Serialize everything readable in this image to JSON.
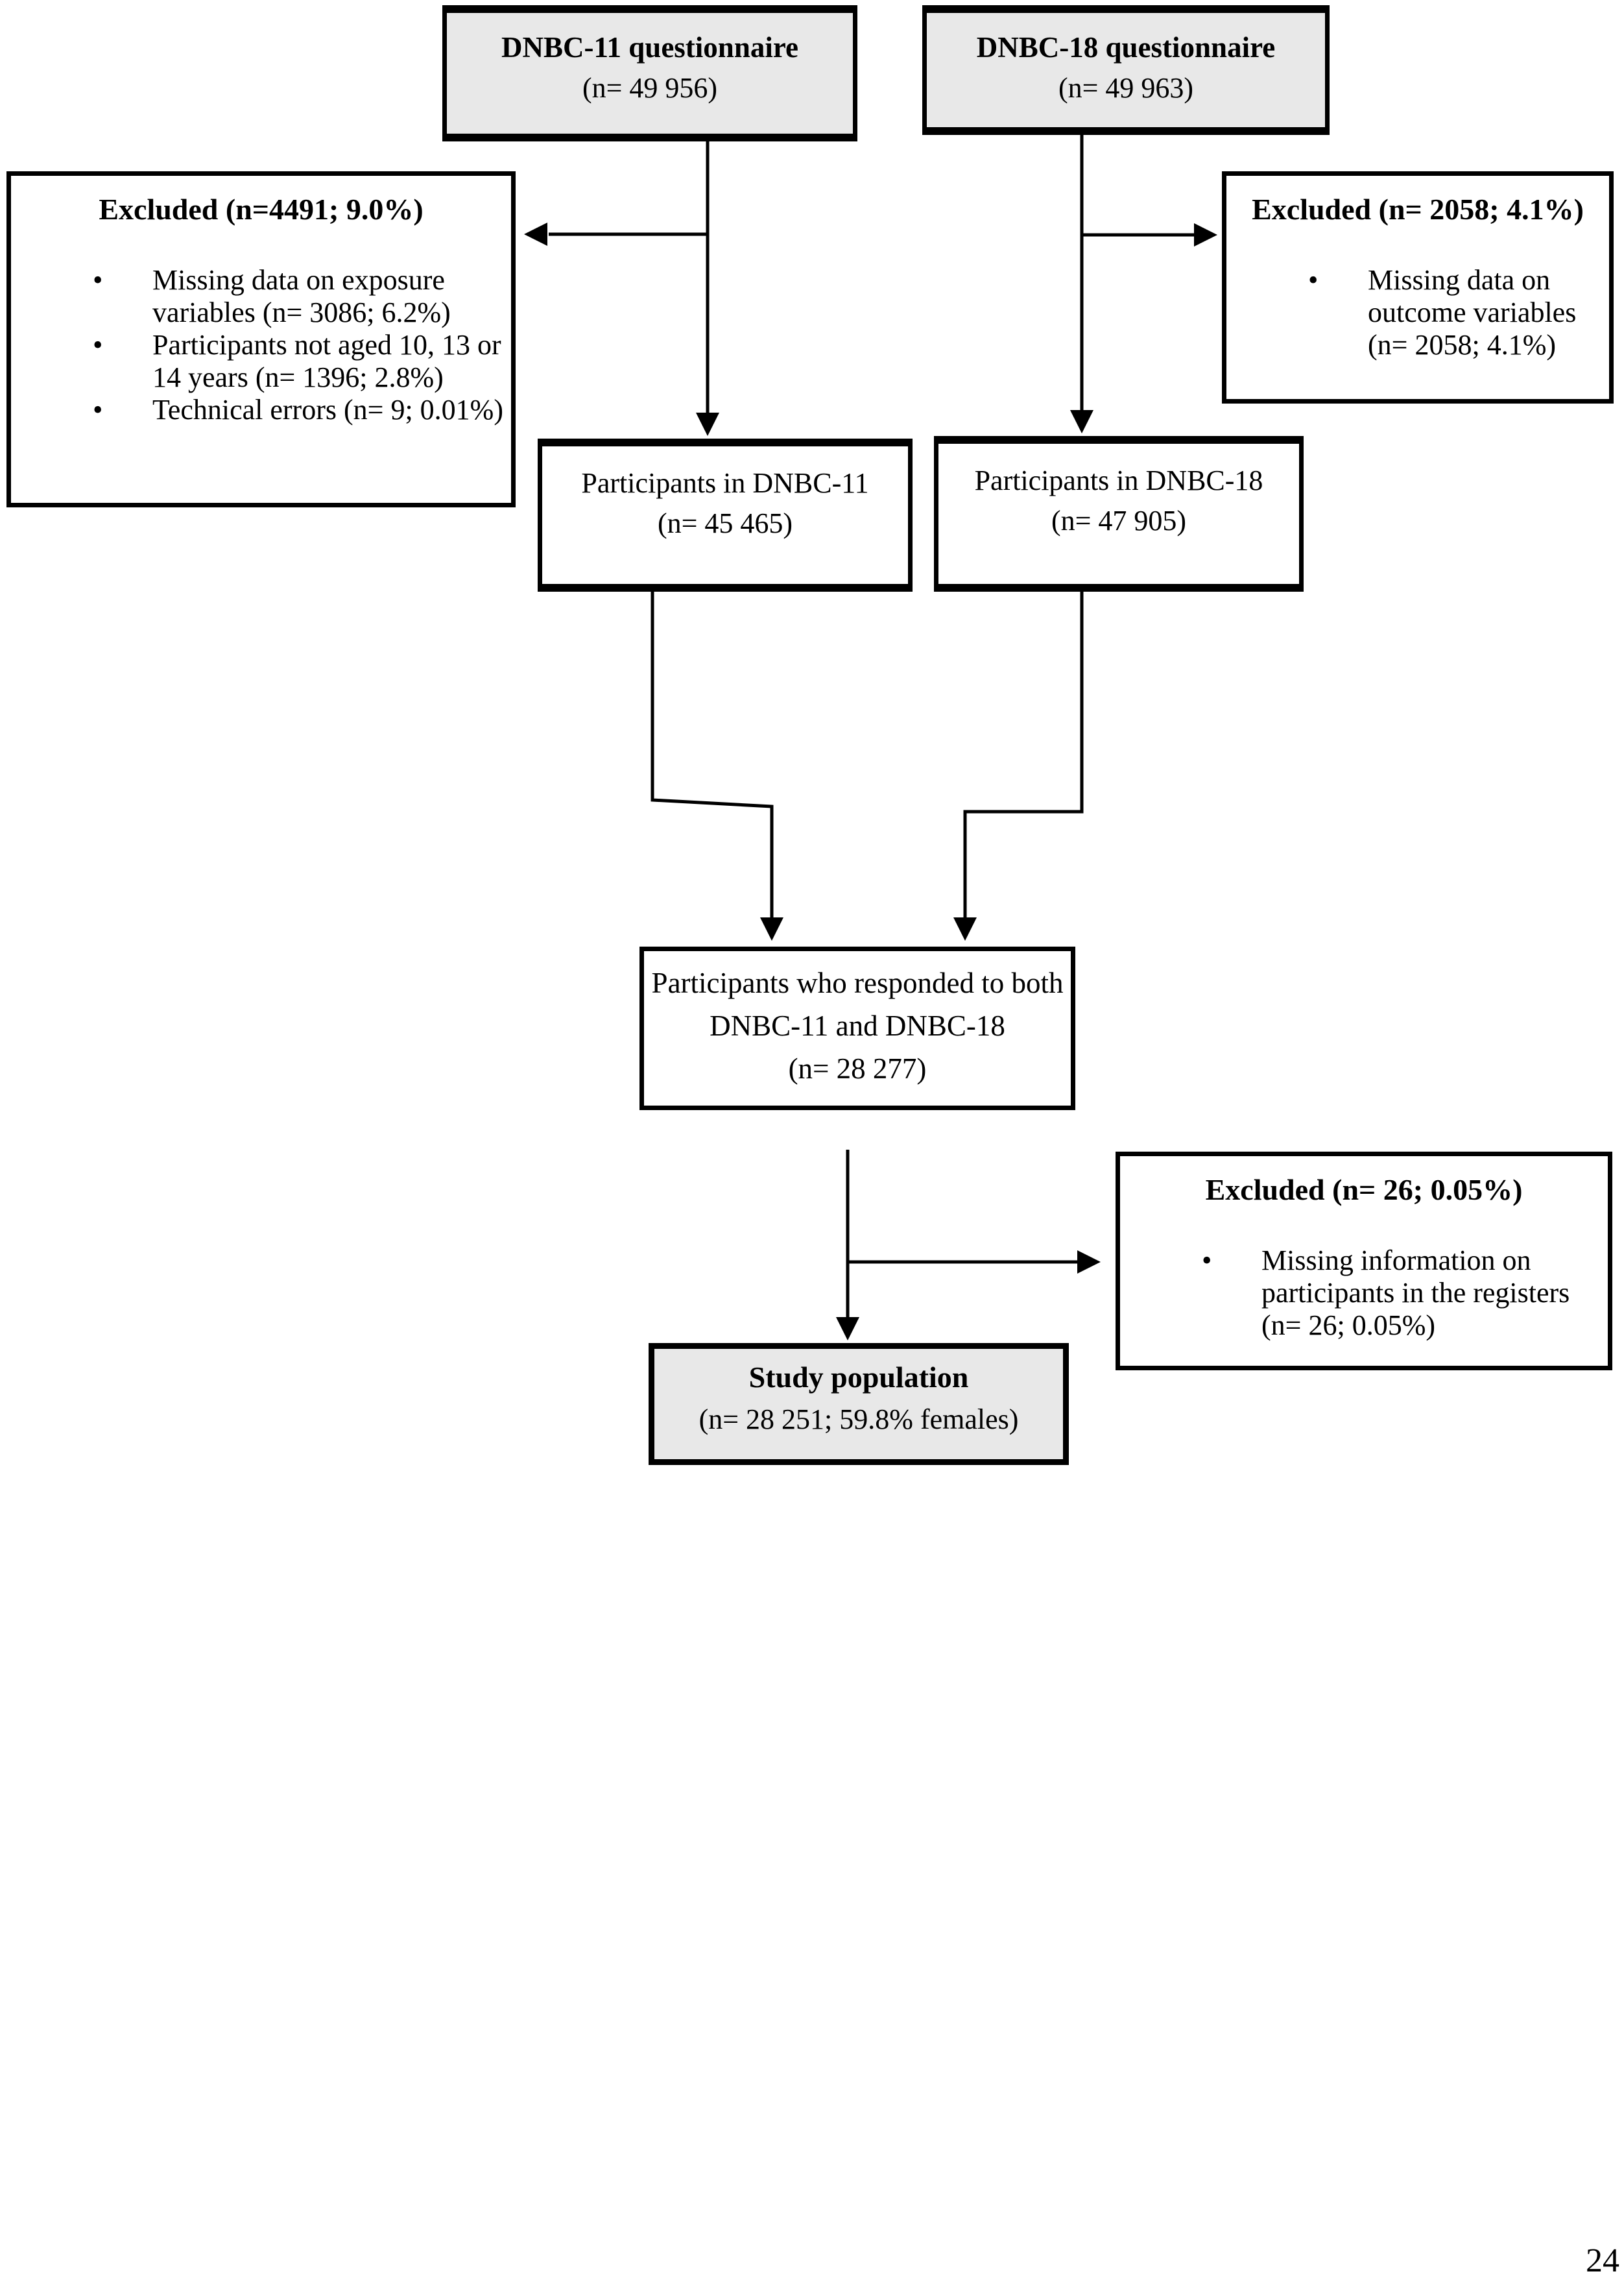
{
  "colors": {
    "box_fill_gray": "#e8e8e8",
    "box_fill_white": "#ffffff",
    "line_color": "#000000",
    "text_color": "#000000",
    "page_background": "#ffffff"
  },
  "page": {
    "number": "24"
  },
  "diagram": {
    "dnbc11": {
      "title": "DNBC-11 questionnaire",
      "n": "(n= 49 956)"
    },
    "dnbc18": {
      "title": "DNBC-18 questionnaire",
      "n": "(n= 49 963)"
    },
    "excluded_left": {
      "title": "Excluded (n=4491; 9.0%)",
      "bullet_marker": "•",
      "bullets": [
        "Missing data on exposure variables (n= 3086; 6.2%)",
        "Participants not aged 10, 13 or 14 years (n= 1396; 2.8%)",
        "Technical errors (n= 9; 0.01%)"
      ]
    },
    "excluded_right": {
      "title": "Excluded (n= 2058; 4.1%)",
      "bullet_marker": "•",
      "bullets": [
        "Missing data on outcome variables (n= 2058; 4.1%)"
      ]
    },
    "participants11": {
      "title": "Participants in DNBC-11",
      "n": "(n= 45 465)"
    },
    "participants18": {
      "title": "Participants in DNBC-18",
      "n": "(n= 47 905)"
    },
    "responded_both": {
      "title": "Participants who responded to both DNBC-11 and DNBC-18",
      "n": "(n= 28 277)"
    },
    "excluded_bottom": {
      "title": "Excluded (n= 26; 0.05%)",
      "bullet_marker": "•",
      "bullets": [
        "Missing information on participants in the registers (n= 26; 0.05%)"
      ]
    },
    "study_population": {
      "title": "Study population",
      "n": "(n= 28 251; 59.8% females)"
    }
  }
}
